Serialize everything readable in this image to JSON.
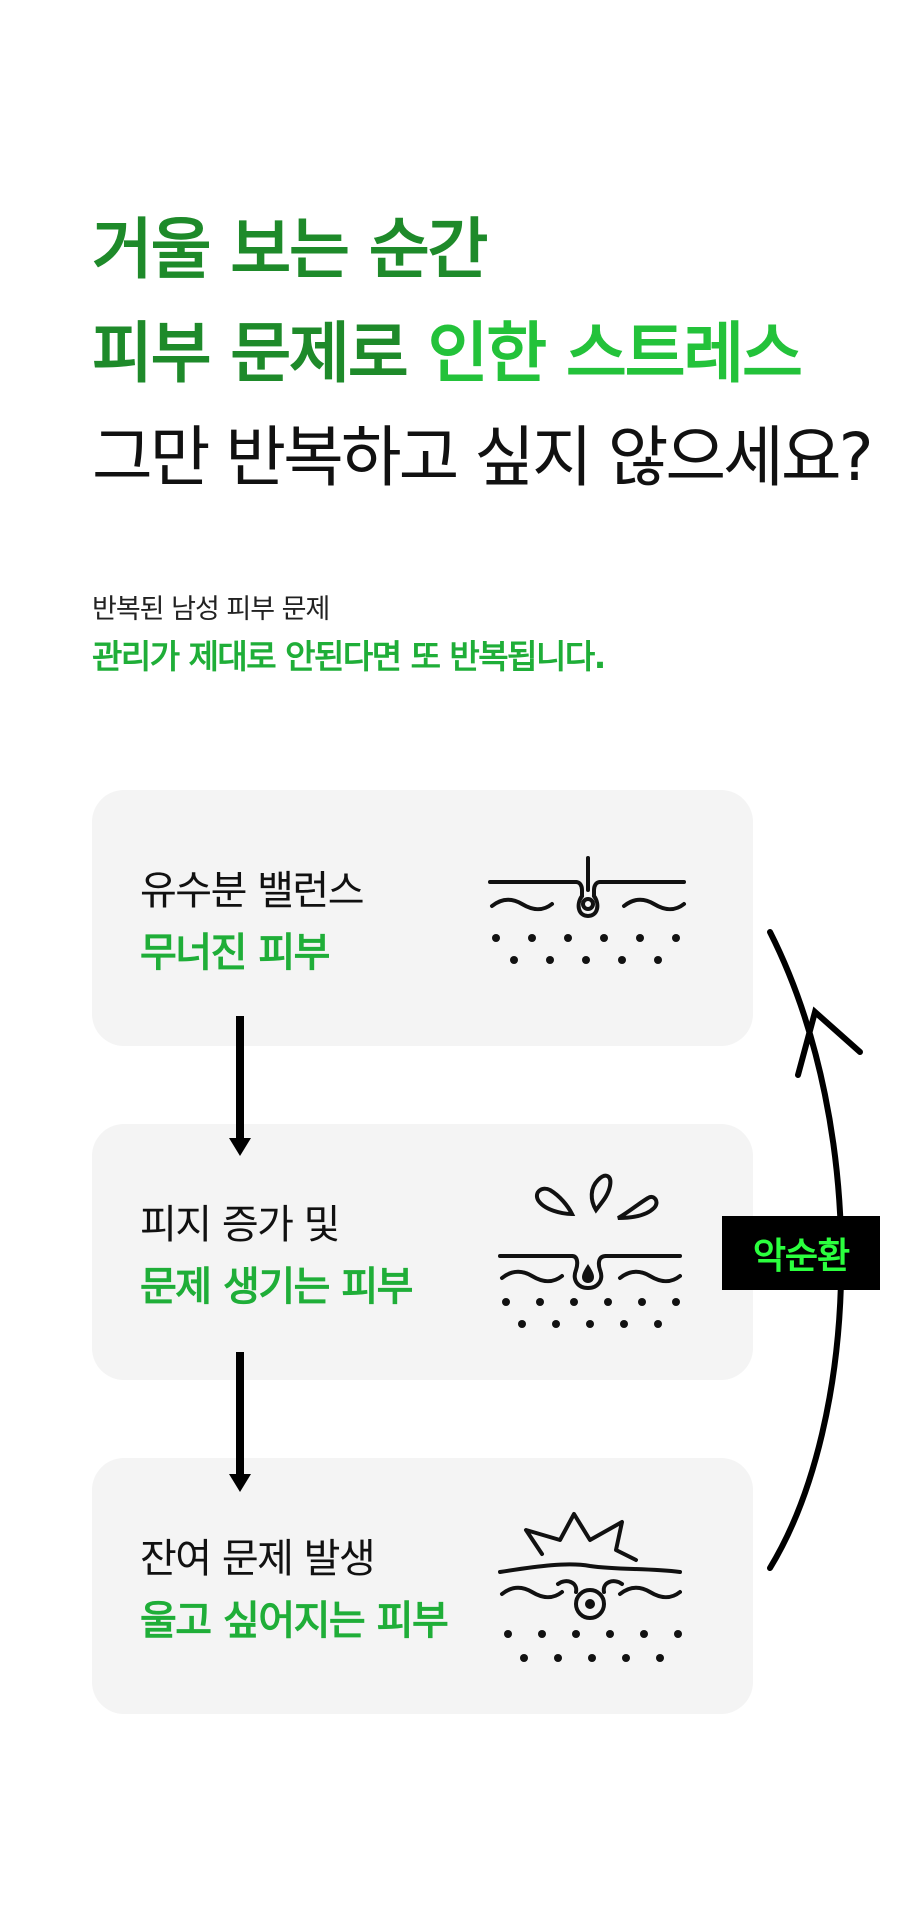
{
  "hero": {
    "line1": "거울 보는 순간",
    "line2_part1": "피부 문제로",
    "line2_part2": "인한 스트레스",
    "line3": "그만 반복하고 싶지 않으세요?"
  },
  "subhead": {
    "small": "반복된 남성 피부 문제",
    "bold": "관리가 제대로 안된다면 또 반복됩니다."
  },
  "cards": [
    {
      "title": "유수분 밸런스",
      "subtitle": "무너진 피부",
      "icon": "skin-pore-icon"
    },
    {
      "title": "피지 증가 및",
      "subtitle": "문제 생기는 피부",
      "icon": "sebum-splash-icon"
    },
    {
      "title": "잔여 문제 발생",
      "subtitle": "울고 싶어지는 피부",
      "icon": "skin-burst-icon"
    }
  ],
  "cycle_badge": "악순환",
  "colors": {
    "dark_green": "#1e8a2a",
    "bright_green": "#23c23a",
    "card_bg": "#f4f4f4",
    "badge_text": "#2bff3e"
  }
}
